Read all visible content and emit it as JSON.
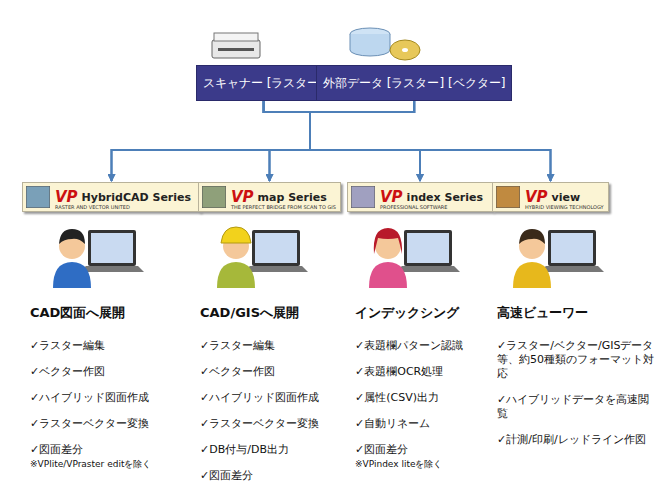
{
  "diagram": {
    "nodes": [
      {
        "text": [
          "スキャナー [ラスター]"
        ]
      },
      {
        "text": [
          "外部データ [ラスター] [ベクター]"
        ]
      },
      {
        "text": [
          "VP",
          "HybridCAD Series",
          "RASTER AND VECTOR UNITED"
        ]
      },
      {
        "text": [
          "VP",
          "map Series",
          "THE PERFECT BRIDGE FROM SCAN TO GIS"
        ]
      },
      {
        "text": [
          "VP",
          "index Series",
          "PROFESSIONAL SOFTWARE"
        ]
      },
      {
        "text": [
          "VP",
          "view",
          "HYBRID VIEWING TECHNOLOGY"
        ]
      }
    ],
    "edges": [
      {
        "from": 0,
        "to": 2,
        "arrow": "to"
      },
      {
        "from": 0,
        "to": 3,
        "arrow": "to"
      },
      {
        "from": 0,
        "to": 4,
        "arrow": "to"
      },
      {
        "from": 0,
        "to": 5,
        "arrow": "to"
      },
      {
        "from": 1,
        "to": 2,
        "arrow": "to"
      },
      {
        "from": 1,
        "to": 3,
        "arrow": "to"
      },
      {
        "from": 1,
        "to": 4,
        "arrow": "to"
      },
      {
        "from": 1,
        "to": 5,
        "arrow": "to"
      }
    ],
    "labels": [
      "CAD図面へ展開",
      "✓ラスター編集",
      "✓ベクター作図",
      "✓ハイブリッド図面作成",
      "✓ラスターベクター変換",
      "✓図面差分",
      "※VPlite/VPraster editを除く",
      "CAD/GISへ展開",
      "✓ラスター編集",
      "✓ベクター作図",
      "✓ハイブリッド図面作成",
      "✓ラスターベクター変換",
      "✓DB付与/DB出力",
      "✓図面差分",
      "インデックシング",
      "✓表題欄パターン認識",
      "✓表題欄OCR処理",
      "✓属性(CSV)出力",
      "✓自動リネーム",
      "✓図面差分",
      "※VPindex liteを除く",
      "高速ビューワー",
      "✓ラスター/ベクター/GISデータ等、約50種類のフォーマット対応",
      "✓ハイブリッドデータを高速閲覧",
      "✓計測/印刷/レッドライン作図"
    ]
  }
}
